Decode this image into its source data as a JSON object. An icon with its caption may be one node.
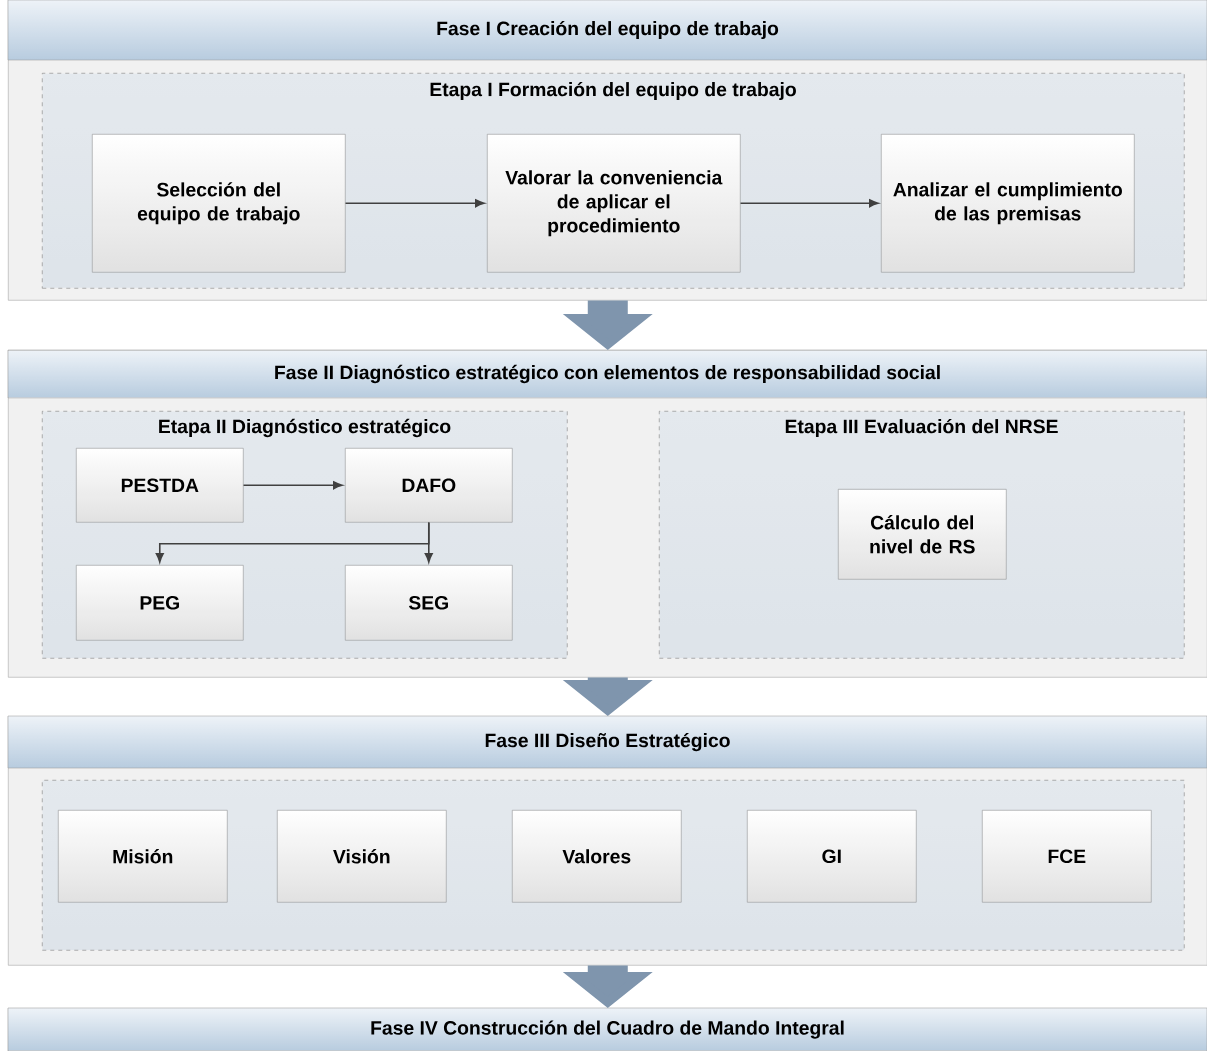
{
  "diagram": {
    "nodes": [
      {
        "text": [
          "Fase I Creación del equipo de trabajo"
        ]
      },
      {
        "text": [
          "Etapa I Formación del equipo de trabajo"
        ],
        "in": 0
      },
      {
        "text": [
          "Selección del equipo de trabajo"
        ],
        "in": 1
      },
      {
        "text": [
          "Valorar la conveniencia de aplicar el procedimiento"
        ],
        "in": 1
      },
      {
        "text": [
          "Analizar el cumplimiento de las premisas"
        ],
        "in": 1
      },
      {
        "text": [
          "Fase II Diagnóstico estratégico con elementos de responsabilidad social"
        ]
      },
      {
        "text": [
          "Etapa II Diagnóstico estratégico"
        ],
        "in": 5
      },
      {
        "text": [
          "PESTDA"
        ],
        "in": 6
      },
      {
        "text": [
          "DAFO"
        ],
        "in": 6
      },
      {
        "text": [
          "PEG"
        ],
        "in": 6
      },
      {
        "text": [
          "SEG"
        ],
        "in": 6
      },
      {
        "text": [
          "Etapa III Evaluación del NRSE"
        ],
        "in": 5
      },
      {
        "text": [
          "Cálculo del nivel de RS"
        ],
        "in": 11
      },
      {
        "text": [
          "Fase III Diseño Estratégico"
        ]
      },
      {
        "text": [],
        "shape": "box",
        "in": 13
      },
      {
        "text": [
          "Misión"
        ],
        "in": 14
      },
      {
        "text": [
          "Visión"
        ],
        "in": 14
      },
      {
        "text": [
          "Valores"
        ],
        "in": 14
      },
      {
        "text": [
          "GI"
        ],
        "in": 14
      },
      {
        "text": [
          "FCE"
        ],
        "in": 14
      },
      {
        "text": [
          "Fase IV Construcción del Cuadro de Mando Integral"
        ]
      }
    ],
    "edges": [
      {
        "from": 2,
        "to": 3,
        "arrow": "to"
      },
      {
        "from": 3,
        "to": 4,
        "arrow": "to"
      },
      {
        "from": 7,
        "to": 8,
        "arrow": "to"
      },
      {
        "from": 8,
        "to": 9,
        "arrow": "to"
      },
      {
        "from": 8,
        "to": 10,
        "arrow": "to"
      },
      {
        "from": 0,
        "to": 5,
        "arrow": "to",
        "style": "thick",
        "color": "#7f95ad"
      },
      {
        "from": 5,
        "to": 13,
        "arrow": "to",
        "style": "thick",
        "color": "#7f95ad"
      },
      {
        "from": 13,
        "to": 20,
        "arrow": "to",
        "style": "thick",
        "color": "#7f95ad"
      }
    ]
  }
}
